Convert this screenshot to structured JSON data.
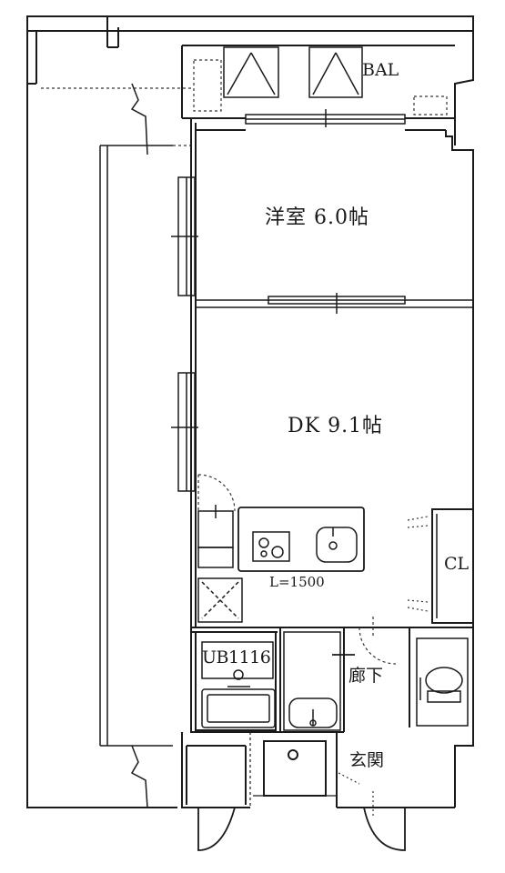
{
  "rooms": {
    "western_room": "洋室 6.0帖",
    "dining_kitchen": "DK 9.1帖",
    "balcony": "BAL",
    "closet": "CL",
    "unit_bath": "UB1116",
    "corridor": "廊下",
    "entrance": "玄関"
  },
  "kitchen": {
    "counter_length": "L=1500"
  },
  "colors": {
    "line": "#1a1a1a",
    "dash": "#333333",
    "background": "#ffffff"
  }
}
